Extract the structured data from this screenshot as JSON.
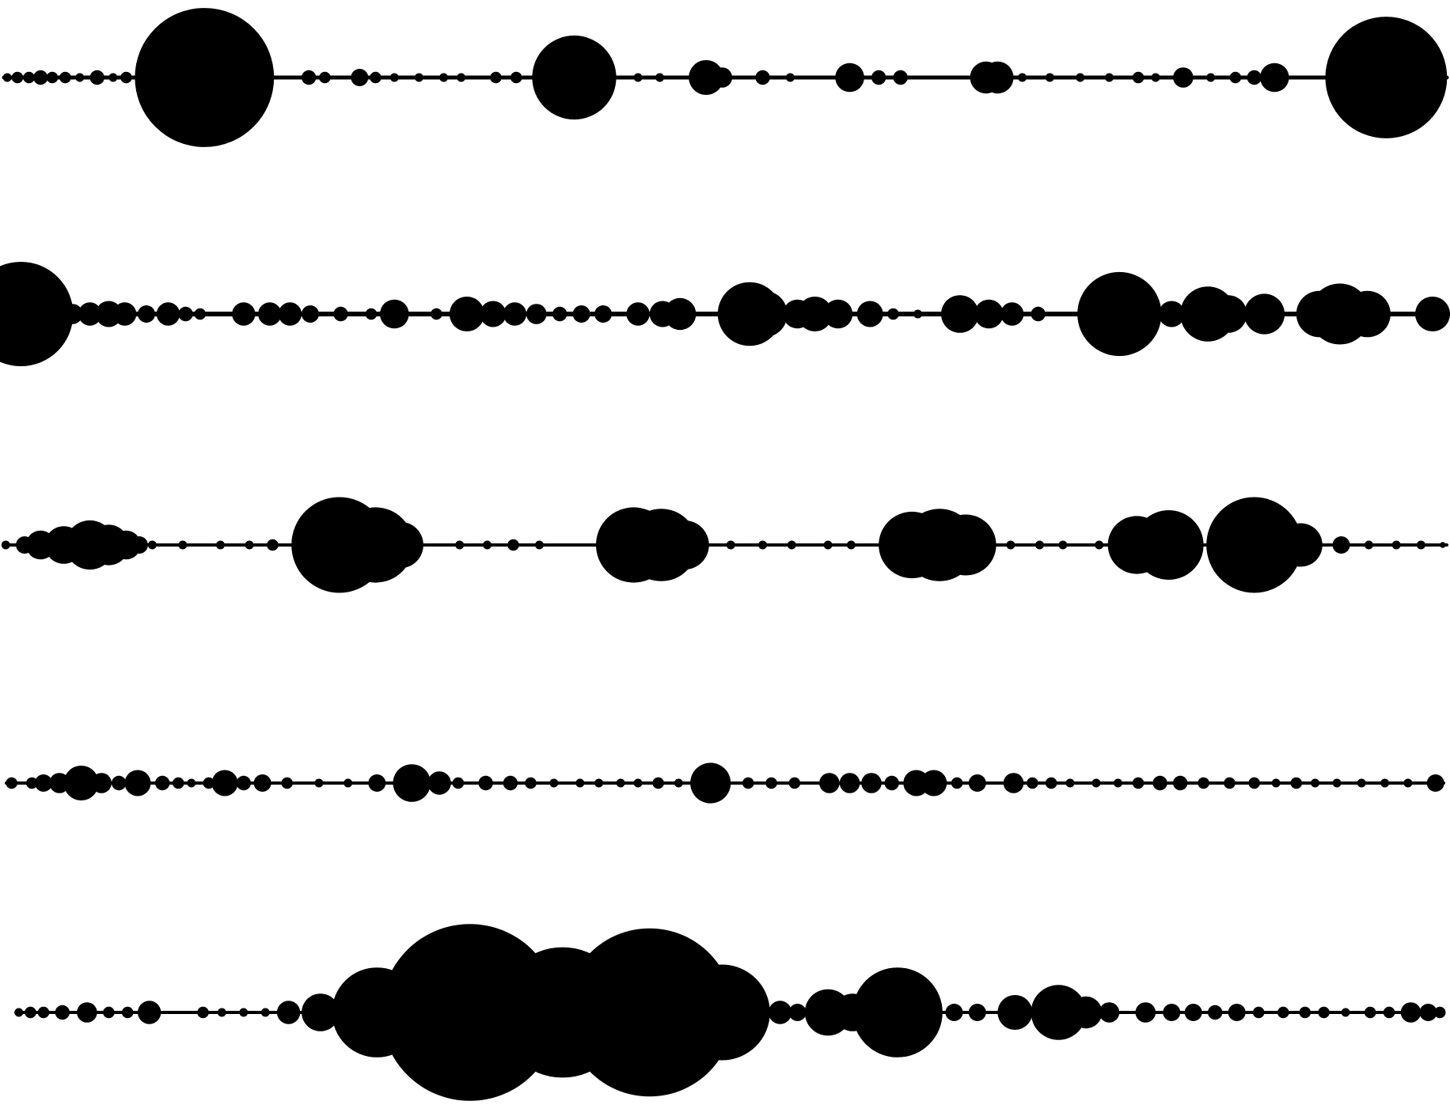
{
  "figure": {
    "description_text": "",
    "background_color": "#ffffff",
    "fill_color": "#000000"
  },
  "strands": [
    {
      "id": "strand-1",
      "blobs": [
        {
          "x": 0.005,
          "r": 0.003
        },
        {
          "x": 0.012,
          "r": 0.004
        },
        {
          "x": 0.02,
          "r": 0.004
        },
        {
          "x": 0.028,
          "r": 0.005
        },
        {
          "x": 0.036,
          "r": 0.004
        },
        {
          "x": 0.045,
          "r": 0.004
        },
        {
          "x": 0.055,
          "r": 0.003
        },
        {
          "x": 0.067,
          "r": 0.005
        },
        {
          "x": 0.078,
          "r": 0.003
        },
        {
          "x": 0.087,
          "r": 0.004
        },
        {
          "x": 0.141,
          "r": 0.048
        },
        {
          "x": 0.213,
          "r": 0.005
        },
        {
          "x": 0.224,
          "r": 0.004
        },
        {
          "x": 0.248,
          "r": 0.006
        },
        {
          "x": 0.259,
          "r": 0.004
        },
        {
          "x": 0.272,
          "r": 0.003
        },
        {
          "x": 0.289,
          "r": 0.003
        },
        {
          "x": 0.306,
          "r": 0.003
        },
        {
          "x": 0.318,
          "r": 0.003
        },
        {
          "x": 0.342,
          "r": 0.004
        },
        {
          "x": 0.356,
          "r": 0.004
        },
        {
          "x": 0.396,
          "r": 0.029
        },
        {
          "x": 0.44,
          "r": 0.003
        },
        {
          "x": 0.455,
          "r": 0.003
        },
        {
          "x": 0.487,
          "r": 0.012
        },
        {
          "x": 0.498,
          "r": 0.007
        },
        {
          "x": 0.526,
          "r": 0.005
        },
        {
          "x": 0.545,
          "r": 0.003
        },
        {
          "x": 0.586,
          "r": 0.01
        },
        {
          "x": 0.606,
          "r": 0.005
        },
        {
          "x": 0.621,
          "r": 0.005
        },
        {
          "x": 0.68,
          "r": 0.011
        },
        {
          "x": 0.688,
          "r": 0.011
        },
        {
          "x": 0.705,
          "r": 0.003
        },
        {
          "x": 0.724,
          "r": 0.003
        },
        {
          "x": 0.745,
          "r": 0.003
        },
        {
          "x": 0.765,
          "r": 0.003
        },
        {
          "x": 0.785,
          "r": 0.004
        },
        {
          "x": 0.797,
          "r": 0.003
        },
        {
          "x": 0.816,
          "r": 0.007
        },
        {
          "x": 0.835,
          "r": 0.003
        },
        {
          "x": 0.852,
          "r": 0.004
        },
        {
          "x": 0.865,
          "r": 0.005
        },
        {
          "x": 0.879,
          "r": 0.01
        },
        {
          "x": 0.956,
          "r": 0.042
        }
      ]
    },
    {
      "id": "strand-2",
      "blobs": [
        {
          "x": 0.01,
          "r": 0.036
        },
        {
          "x": 0.05,
          "r": 0.007
        },
        {
          "x": 0.062,
          "r": 0.008
        },
        {
          "x": 0.075,
          "r": 0.009
        },
        {
          "x": 0.086,
          "r": 0.008
        },
        {
          "x": 0.101,
          "r": 0.006
        },
        {
          "x": 0.116,
          "r": 0.008
        },
        {
          "x": 0.128,
          "r": 0.005
        },
        {
          "x": 0.138,
          "r": 0.004
        },
        {
          "x": 0.168,
          "r": 0.008
        },
        {
          "x": 0.186,
          "r": 0.008
        },
        {
          "x": 0.2,
          "r": 0.008
        },
        {
          "x": 0.214,
          "r": 0.006
        },
        {
          "x": 0.235,
          "r": 0.005
        },
        {
          "x": 0.256,
          "r": 0.004
        },
        {
          "x": 0.272,
          "r": 0.01
        },
        {
          "x": 0.301,
          "r": 0.004
        },
        {
          "x": 0.322,
          "r": 0.012
        },
        {
          "x": 0.34,
          "r": 0.009
        },
        {
          "x": 0.355,
          "r": 0.008
        },
        {
          "x": 0.37,
          "r": 0.007
        },
        {
          "x": 0.386,
          "r": 0.005
        },
        {
          "x": 0.401,
          "r": 0.006
        },
        {
          "x": 0.416,
          "r": 0.006
        },
        {
          "x": 0.44,
          "r": 0.008
        },
        {
          "x": 0.457,
          "r": 0.009
        },
        {
          "x": 0.469,
          "r": 0.011
        },
        {
          "x": 0.517,
          "r": 0.022
        },
        {
          "x": 0.527,
          "r": 0.016
        },
        {
          "x": 0.55,
          "r": 0.01
        },
        {
          "x": 0.562,
          "r": 0.012
        },
        {
          "x": 0.578,
          "r": 0.01
        },
        {
          "x": 0.6,
          "r": 0.009
        },
        {
          "x": 0.616,
          "r": 0.004
        },
        {
          "x": 0.633,
          "r": 0.003
        },
        {
          "x": 0.662,
          "r": 0.013
        },
        {
          "x": 0.682,
          "r": 0.01
        },
        {
          "x": 0.698,
          "r": 0.008
        },
        {
          "x": 0.716,
          "r": 0.005
        },
        {
          "x": 0.772,
          "r": 0.029
        },
        {
          "x": 0.808,
          "r": 0.009
        },
        {
          "x": 0.833,
          "r": 0.019
        },
        {
          "x": 0.847,
          "r": 0.013
        },
        {
          "x": 0.872,
          "r": 0.014
        },
        {
          "x": 0.91,
          "r": 0.016
        },
        {
          "x": 0.924,
          "r": 0.021
        },
        {
          "x": 0.943,
          "r": 0.016
        },
        {
          "x": 0.988,
          "r": 0.012
        }
      ]
    },
    {
      "id": "strand-3",
      "blobs": [
        {
          "x": 0.004,
          "r": 0.003
        },
        {
          "x": 0.017,
          "r": 0.006
        },
        {
          "x": 0.028,
          "r": 0.01
        },
        {
          "x": 0.044,
          "r": 0.013
        },
        {
          "x": 0.062,
          "r": 0.017
        },
        {
          "x": 0.075,
          "r": 0.014
        },
        {
          "x": 0.087,
          "r": 0.01
        },
        {
          "x": 0.096,
          "r": 0.006
        },
        {
          "x": 0.105,
          "r": 0.003
        },
        {
          "x": 0.126,
          "r": 0.003
        },
        {
          "x": 0.152,
          "r": 0.003
        },
        {
          "x": 0.172,
          "r": 0.003
        },
        {
          "x": 0.188,
          "r": 0.004
        },
        {
          "x": 0.234,
          "r": 0.033
        },
        {
          "x": 0.259,
          "r": 0.026
        },
        {
          "x": 0.276,
          "r": 0.016
        },
        {
          "x": 0.317,
          "r": 0.003
        },
        {
          "x": 0.336,
          "r": 0.003
        },
        {
          "x": 0.354,
          "r": 0.004
        },
        {
          "x": 0.372,
          "r": 0.003
        },
        {
          "x": 0.437,
          "r": 0.026
        },
        {
          "x": 0.456,
          "r": 0.025
        },
        {
          "x": 0.472,
          "r": 0.017
        },
        {
          "x": 0.504,
          "r": 0.003
        },
        {
          "x": 0.526,
          "r": 0.003
        },
        {
          "x": 0.546,
          "r": 0.003
        },
        {
          "x": 0.571,
          "r": 0.003
        },
        {
          "x": 0.587,
          "r": 0.003
        },
        {
          "x": 0.629,
          "r": 0.023
        },
        {
          "x": 0.648,
          "r": 0.025
        },
        {
          "x": 0.666,
          "r": 0.021
        },
        {
          "x": 0.697,
          "r": 0.003
        },
        {
          "x": 0.717,
          "r": 0.003
        },
        {
          "x": 0.733,
          "r": 0.003
        },
        {
          "x": 0.758,
          "r": 0.003
        },
        {
          "x": 0.784,
          "r": 0.02
        },
        {
          "x": 0.806,
          "r": 0.024
        },
        {
          "x": 0.865,
          "r": 0.033
        },
        {
          "x": 0.897,
          "r": 0.015
        },
        {
          "x": 0.925,
          "r": 0.006
        },
        {
          "x": 0.944,
          "r": 0.003
        },
        {
          "x": 0.963,
          "r": 0.003
        },
        {
          "x": 0.98,
          "r": 0.003
        },
        {
          "x": 0.995,
          "r": 0.002
        }
      ]
    },
    {
      "id": "strand-4",
      "blobs": [
        {
          "x": 0.008,
          "r": 0.004
        },
        {
          "x": 0.022,
          "r": 0.004
        },
        {
          "x": 0.03,
          "r": 0.006
        },
        {
          "x": 0.041,
          "r": 0.007
        },
        {
          "x": 0.056,
          "r": 0.012
        },
        {
          "x": 0.07,
          "r": 0.007
        },
        {
          "x": 0.082,
          "r": 0.005
        },
        {
          "x": 0.095,
          "r": 0.009
        },
        {
          "x": 0.112,
          "r": 0.005
        },
        {
          "x": 0.123,
          "r": 0.004
        },
        {
          "x": 0.132,
          "r": 0.003
        },
        {
          "x": 0.144,
          "r": 0.004
        },
        {
          "x": 0.155,
          "r": 0.009
        },
        {
          "x": 0.168,
          "r": 0.005
        },
        {
          "x": 0.181,
          "r": 0.006
        },
        {
          "x": 0.198,
          "r": 0.004
        },
        {
          "x": 0.22,
          "r": 0.003
        },
        {
          "x": 0.24,
          "r": 0.003
        },
        {
          "x": 0.26,
          "r": 0.006
        },
        {
          "x": 0.284,
          "r": 0.013
        },
        {
          "x": 0.303,
          "r": 0.008
        },
        {
          "x": 0.316,
          "r": 0.004
        },
        {
          "x": 0.335,
          "r": 0.005
        },
        {
          "x": 0.352,
          "r": 0.005
        },
        {
          "x": 0.366,
          "r": 0.004
        },
        {
          "x": 0.382,
          "r": 0.003
        },
        {
          "x": 0.4,
          "r": 0.003
        },
        {
          "x": 0.413,
          "r": 0.003
        },
        {
          "x": 0.428,
          "r": 0.003
        },
        {
          "x": 0.44,
          "r": 0.003
        },
        {
          "x": 0.454,
          "r": 0.004
        },
        {
          "x": 0.468,
          "r": 0.003
        },
        {
          "x": 0.49,
          "r": 0.014
        },
        {
          "x": 0.516,
          "r": 0.004
        },
        {
          "x": 0.532,
          "r": 0.004
        },
        {
          "x": 0.548,
          "r": 0.004
        },
        {
          "x": 0.572,
          "r": 0.007
        },
        {
          "x": 0.586,
          "r": 0.007
        },
        {
          "x": 0.601,
          "r": 0.007
        },
        {
          "x": 0.615,
          "r": 0.005
        },
        {
          "x": 0.632,
          "r": 0.009
        },
        {
          "x": 0.644,
          "r": 0.009
        },
        {
          "x": 0.66,
          "r": 0.004
        },
        {
          "x": 0.674,
          "r": 0.006
        },
        {
          "x": 0.699,
          "r": 0.007
        },
        {
          "x": 0.712,
          "r": 0.004
        },
        {
          "x": 0.725,
          "r": 0.004
        },
        {
          "x": 0.738,
          "r": 0.003
        },
        {
          "x": 0.756,
          "r": 0.003
        },
        {
          "x": 0.771,
          "r": 0.003
        },
        {
          "x": 0.785,
          "r": 0.004
        },
        {
          "x": 0.8,
          "r": 0.005
        },
        {
          "x": 0.814,
          "r": 0.005
        },
        {
          "x": 0.83,
          "r": 0.004
        },
        {
          "x": 0.848,
          "r": 0.004
        },
        {
          "x": 0.865,
          "r": 0.004
        },
        {
          "x": 0.88,
          "r": 0.003
        },
        {
          "x": 0.894,
          "r": 0.004
        },
        {
          "x": 0.907,
          "r": 0.003
        },
        {
          "x": 0.922,
          "r": 0.003
        },
        {
          "x": 0.939,
          "r": 0.003
        },
        {
          "x": 0.955,
          "r": 0.003
        },
        {
          "x": 0.971,
          "r": 0.003
        },
        {
          "x": 0.99,
          "r": 0.006
        }
      ]
    },
    {
      "id": "strand-5",
      "blobs": [
        {
          "x": 0.013,
          "r": 0.003
        },
        {
          "x": 0.021,
          "r": 0.004
        },
        {
          "x": 0.03,
          "r": 0.004
        },
        {
          "x": 0.043,
          "r": 0.005
        },
        {
          "x": 0.06,
          "r": 0.007
        },
        {
          "x": 0.075,
          "r": 0.004
        },
        {
          "x": 0.088,
          "r": 0.004
        },
        {
          "x": 0.103,
          "r": 0.008
        },
        {
          "x": 0.14,
          "r": 0.004
        },
        {
          "x": 0.153,
          "r": 0.003
        },
        {
          "x": 0.168,
          "r": 0.003
        },
        {
          "x": 0.183,
          "r": 0.003
        },
        {
          "x": 0.199,
          "r": 0.008
        },
        {
          "x": 0.221,
          "r": 0.013
        },
        {
          "x": 0.26,
          "r": 0.031
        },
        {
          "x": 0.324,
          "r": 0.061
        },
        {
          "x": 0.388,
          "r": 0.045
        },
        {
          "x": 0.448,
          "r": 0.058
        },
        {
          "x": 0.498,
          "r": 0.033
        },
        {
          "x": 0.538,
          "r": 0.008
        },
        {
          "x": 0.55,
          "r": 0.006
        },
        {
          "x": 0.571,
          "r": 0.016
        },
        {
          "x": 0.588,
          "r": 0.013
        },
        {
          "x": 0.619,
          "r": 0.031
        },
        {
          "x": 0.658,
          "r": 0.006
        },
        {
          "x": 0.674,
          "r": 0.006
        },
        {
          "x": 0.7,
          "r": 0.012
        },
        {
          "x": 0.73,
          "r": 0.019
        },
        {
          "x": 0.749,
          "r": 0.011
        },
        {
          "x": 0.765,
          "r": 0.007
        },
        {
          "x": 0.79,
          "r": 0.007
        },
        {
          "x": 0.808,
          "r": 0.006
        },
        {
          "x": 0.823,
          "r": 0.006
        },
        {
          "x": 0.838,
          "r": 0.005
        },
        {
          "x": 0.853,
          "r": 0.006
        },
        {
          "x": 0.868,
          "r": 0.004
        },
        {
          "x": 0.885,
          "r": 0.004
        },
        {
          "x": 0.9,
          "r": 0.004
        },
        {
          "x": 0.913,
          "r": 0.004
        },
        {
          "x": 0.928,
          "r": 0.003
        },
        {
          "x": 0.945,
          "r": 0.004
        },
        {
          "x": 0.958,
          "r": 0.004
        },
        {
          "x": 0.973,
          "r": 0.007
        },
        {
          "x": 0.985,
          "r": 0.006
        },
        {
          "x": 0.993,
          "r": 0.004
        }
      ]
    }
  ]
}
